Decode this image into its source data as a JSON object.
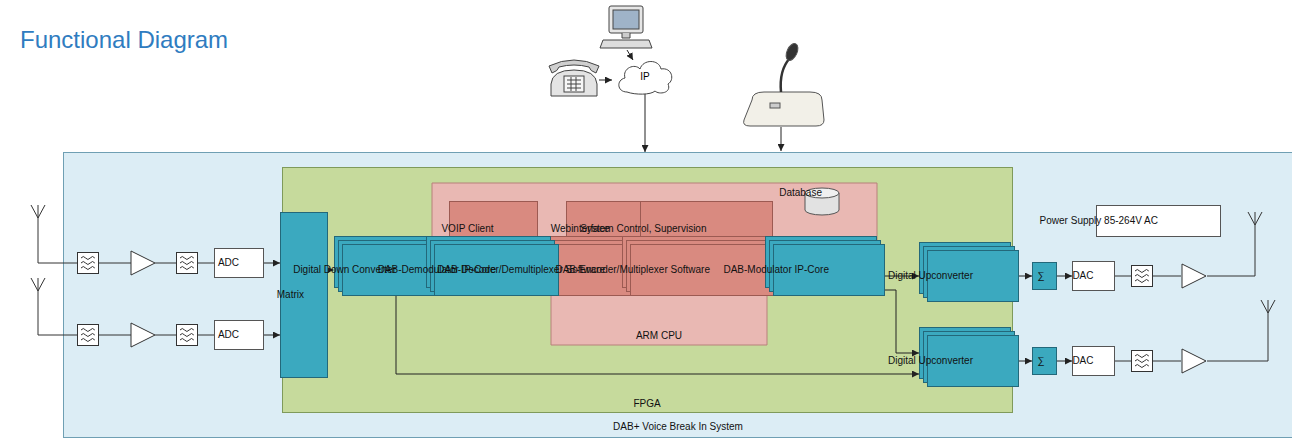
{
  "diagram": {
    "title": "Functional Diagram",
    "nodes": [
      {
        "text": [
          "IP"
        ]
      },
      {
        "text": [
          "DAB+ Voice Break In System"
        ]
      },
      {
        "text": [
          "FPGA"
        ],
        "in": 1
      },
      {
        "text": [
          "ARM CPU"
        ],
        "in": 2
      },
      {
        "text": [
          "VOIP Client"
        ],
        "in": 3
      },
      {
        "text": [
          "Webinterface"
        ],
        "in": 3
      },
      {
        "text": [
          "System Control, Supervision"
        ],
        "in": 3
      },
      {
        "text": [
          "Database"
        ],
        "in": 3
      },
      {
        "text": [
          "Power Supply 85-264V AC"
        ],
        "in": 1
      },
      {
        "text": [
          "ADC"
        ],
        "in": 1
      },
      {
        "text": [
          "ADC"
        ],
        "in": 1
      },
      {
        "text": [
          "Matrix"
        ],
        "in": 2
      },
      {
        "text": [
          "Digital Down Converter"
        ],
        "in": 2
      },
      {
        "text": [
          "DAB-Demodulator IP-Core"
        ],
        "in": 2
      },
      {
        "text": [
          "DAB-Decoder/Demultiplexer Software"
        ],
        "in": 3
      },
      {
        "text": [
          "DAB-Encoder/Multiplexer Software"
        ],
        "in": 3
      },
      {
        "text": [
          "DAB-Modulator IP-Core"
        ],
        "in": 2
      },
      {
        "text": [
          "Digital Upconverter"
        ],
        "in": 2
      },
      {
        "text": [
          "Digital Upconverter"
        ],
        "in": 2
      },
      {
        "text": [
          "∑"
        ],
        "in": 2
      },
      {
        "text": [
          "∑"
        ],
        "in": 2
      },
      {
        "text": [
          "DAC"
        ],
        "in": 1
      },
      {
        "text": [
          "DAC"
        ],
        "in": 1
      }
    ],
    "edges": [
      {
        "from": 0,
        "to": 1,
        "arrow": "to"
      },
      {
        "from": 9,
        "to": 11,
        "arrow": "to"
      },
      {
        "from": 10,
        "to": 11,
        "arrow": "to"
      },
      {
        "from": 11,
        "to": 12,
        "arrow": "to"
      },
      {
        "from": 12,
        "to": 13,
        "arrow": "to"
      },
      {
        "from": 13,
        "to": 14,
        "arrow": "to"
      },
      {
        "from": 14,
        "to": 15,
        "arrow": "to"
      },
      {
        "from": 15,
        "to": 16,
        "arrow": "to"
      },
      {
        "from": 16,
        "to": 17,
        "arrow": "to"
      },
      {
        "from": 16,
        "to": 18,
        "arrow": "to"
      },
      {
        "from": 12,
        "to": 18,
        "arrow": "to"
      },
      {
        "from": 17,
        "to": 19,
        "arrow": "to"
      },
      {
        "from": 19,
        "to": 21,
        "arrow": "to"
      },
      {
        "from": 18,
        "to": 20,
        "arrow": "to"
      },
      {
        "from": 20,
        "to": 22,
        "arrow": "to"
      }
    ]
  }
}
